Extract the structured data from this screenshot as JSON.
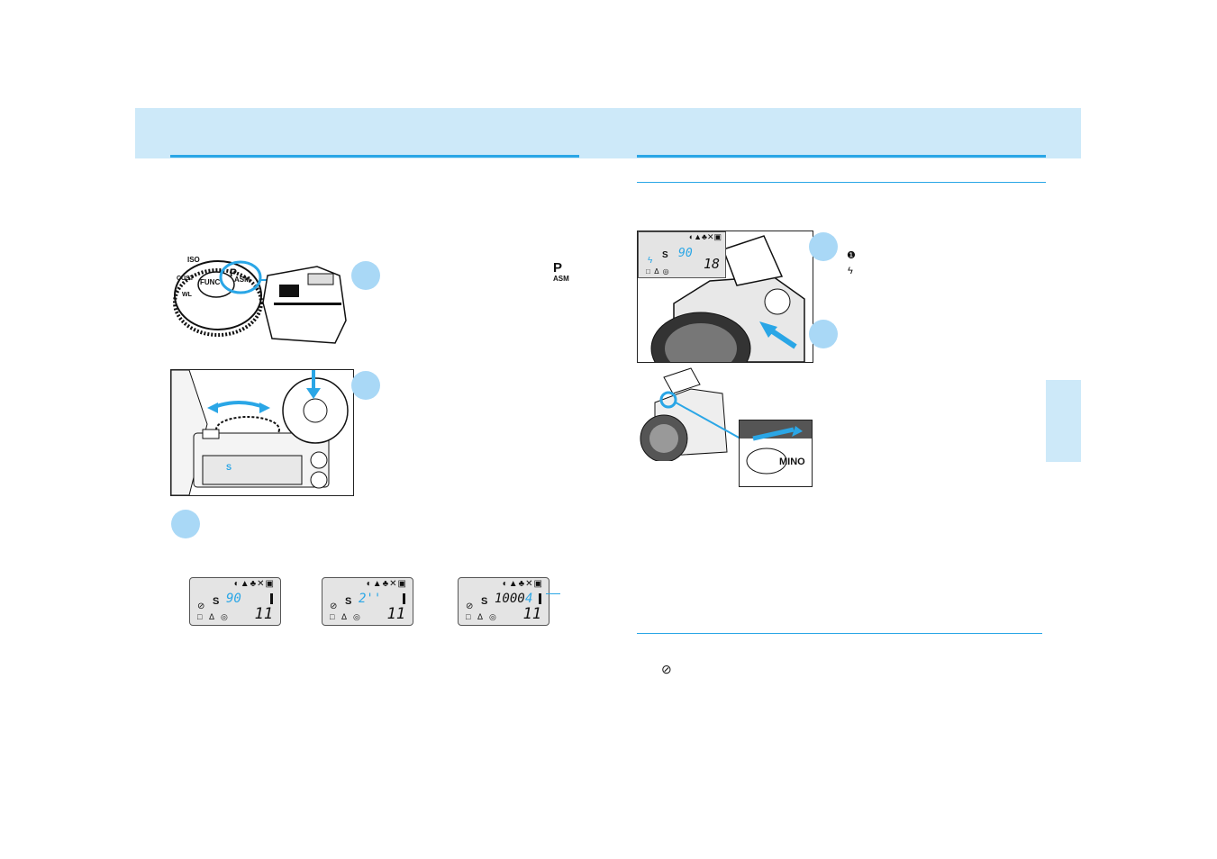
{
  "left_page": {
    "dial": {
      "labels": [
        "FUNC",
        "P",
        "ASM",
        "ISO",
        "CUST",
        "WL"
      ]
    },
    "step_marker_color": "#a9d8f6",
    "mode_symbol": {
      "main": "P",
      "sub": "ASM"
    },
    "panel_display": {
      "letter": "S"
    },
    "lcd_examples": [
      {
        "letter": "S",
        "value": "90",
        "aperture": "11"
      },
      {
        "letter": "S",
        "value": "2''",
        "aperture": "11"
      },
      {
        "letter": "S",
        "value": "1000",
        "value2": "4",
        "aperture": "11"
      }
    ]
  },
  "right_page": {
    "camera_lcd": {
      "letter": "S",
      "value": "90",
      "aperture": "18"
    },
    "flash_symbols": [
      "flash-auto-icon",
      "flash-fill-icon"
    ],
    "bottom_symbol": "flash-cancel-icon",
    "brand_fragment": "MINO"
  },
  "colors": {
    "accent": "#2aa6e6",
    "band": "#cde9f9",
    "marker": "#a9d8f6"
  }
}
